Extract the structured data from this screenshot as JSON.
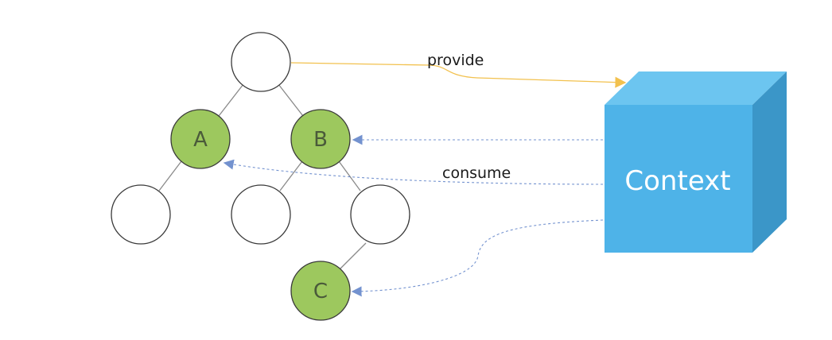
{
  "labels": {
    "node_a": "A",
    "node_b": "B",
    "node_c": "C",
    "provide": "provide",
    "consume": "consume",
    "context": "Context"
  },
  "colors": {
    "highlight_node": "#9dc85e",
    "plain_node": "#ffffff",
    "node_stroke": "#3a3a3a",
    "tree_edge": "#8a8a8a",
    "provide_arrow": "#f2c14e",
    "consume_arrow": "#5b7fc7",
    "cube_front": "#4eb3e8",
    "cube_top": "#6cc5f0",
    "cube_side": "#3b96c8"
  }
}
